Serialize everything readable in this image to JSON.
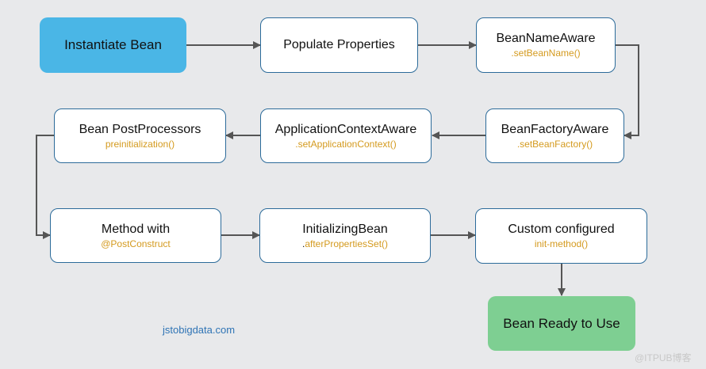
{
  "nodes": {
    "instantiate": {
      "title": "Instantiate Bean"
    },
    "populate": {
      "title": "Populate Properties"
    },
    "bean_name_aware": {
      "title": "BeanNameAware",
      "sub": ".setBeanName()"
    },
    "bean_factory_aware": {
      "title": "BeanFactoryAware",
      "sub": ".setBeanFactory()"
    },
    "app_context_aware": {
      "title": "ApplicationContextAware",
      "sub": ".setApplicationContext()"
    },
    "post_processors": {
      "title": "Bean PostProcessors",
      "sub": "preinitialization()"
    },
    "method_with": {
      "title": "Method with",
      "sub": "@PostConstruct"
    },
    "initializing_bean": {
      "title": "InitializingBean",
      "sub_prefix": ".",
      "sub": "afterPropertiesSet()"
    },
    "custom_configured": {
      "title": "Custom configured",
      "sub": "init-method()"
    },
    "ready": {
      "title": "Bean Ready to Use"
    }
  },
  "footer": {
    "link": "jstobigdata.com"
  },
  "watermark": "@ITPUB博客",
  "colors": {
    "start_fill": "#4ab6e6",
    "end_fill": "#7ecf92",
    "border": "#2c6b9a",
    "method_text": "#d49a1e",
    "arrow": "#555555",
    "background": "#e8e9eb"
  }
}
